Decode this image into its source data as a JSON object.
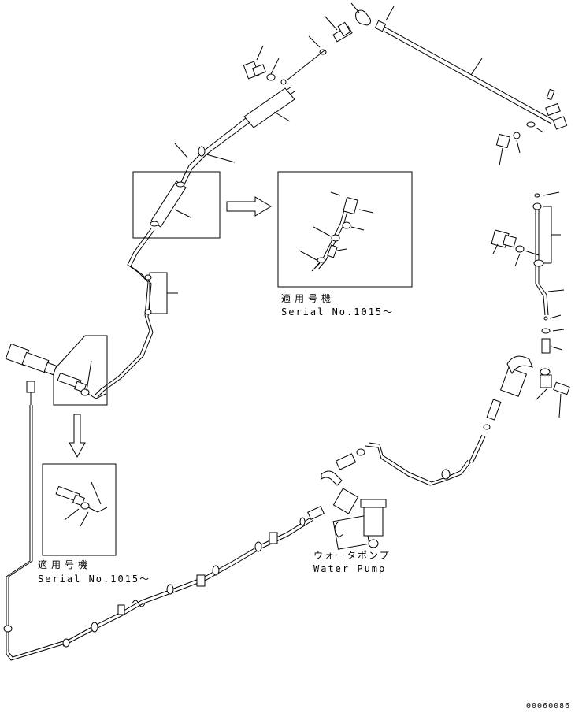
{
  "labels": {
    "applicable_serial_jp_1": "適用号機",
    "serial_no_1": "Serial No.1015～",
    "applicable_serial_jp_2": "適用号機",
    "serial_no_2": "Serial No.1015～",
    "water_pump_jp": "ウォータポンプ",
    "water_pump_en": "Water Pump",
    "drawing_code": "00060086"
  }
}
